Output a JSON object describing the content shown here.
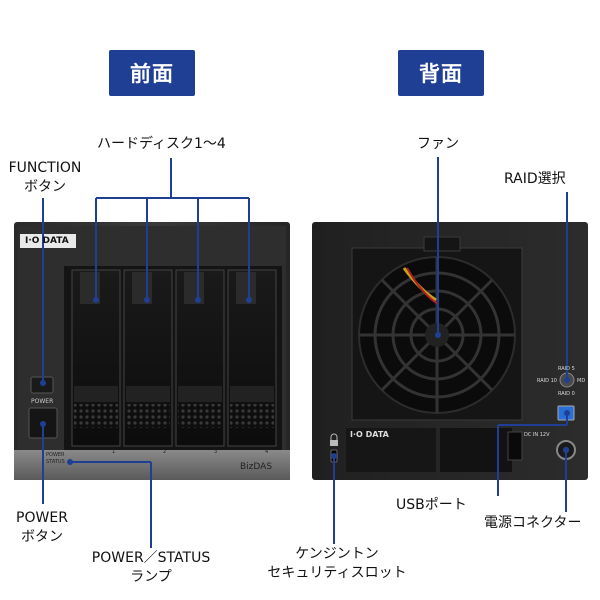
{
  "badges": {
    "front": "前面",
    "back": "背面"
  },
  "front_labels": {
    "hdd": "ハードディスク1～4",
    "function_1": "FUNCTION",
    "function_2": "ボタン",
    "power_1": "POWER",
    "power_2": "ボタン",
    "status_1": "POWER／STATUS",
    "status_2": "ランプ"
  },
  "back_labels": {
    "fan": "ファン",
    "raid": "RAID選択",
    "usb": "USBポート",
    "dc": "電源コネクター",
    "kensington_1": "ケンジントン",
    "kensington_2": "セキュリティスロット"
  },
  "device_marks": {
    "brand": "I·O DATA",
    "model": "BizDAS",
    "power_btn": "POWER",
    "power_led": "POWER",
    "status_led": "STATUS",
    "bay_numbers": [
      "1",
      "2",
      "3",
      "4"
    ],
    "raid_top": "RAID 5",
    "raid_left": "RAID 10",
    "raid_right": "MD",
    "raid_bottom": "RAID 0",
    "dc_label": "DC IN 12V",
    "back_brand": "I·O DATA"
  },
  "colors": {
    "badge": "#1f3f95",
    "leader": "#1f3f95",
    "usb_port": "#2a6fd6"
  }
}
